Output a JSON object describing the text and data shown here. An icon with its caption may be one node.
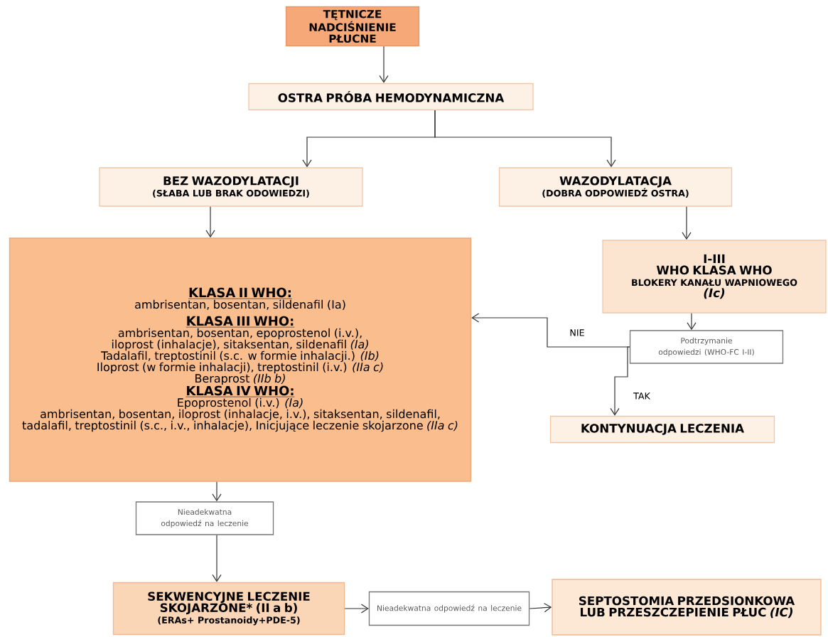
{
  "diagram": {
    "nodes": [
      {
        "text": [
          "TĘTNICZE NADCIŚNIENIE PŁUCNE"
        ]
      },
      {
        "text": [
          "OSTRA PRÓBA HEMODYNAMICZNA"
        ]
      },
      {
        "text": [
          "BEZ WAZODYLATACJI",
          "(SŁABA LUB BRAK ODOWIEDZI)"
        ]
      },
      {
        "text": [
          "WAZODYLATACJA",
          "(DOBRA ODPOWIEDŹ OSTRA)"
        ]
      },
      {
        "text": [
          "KLASA II WHO:",
          "ambrisentan, bosentan, sildenafil (Ia)",
          "KLASA III WHO:",
          "ambrisentan, bosentan, epoprostenol (i.v.), iloprost (inhalacje), sitaksentan, sildenafil *(Ia)*",
          "Tadalafil, treptostinil (s.c. w formie inhalacji.) *(Ib)*",
          "Iloprost (w formie inhalacji), treptostinil (i.v.) *(IIa c)*",
          "Beraprost *(IIb b)*",
          "KLASA IV WHO:",
          "Epoprostenol (i.v.) *(Ia)*",
          "ambrisentan, bosentan, iloprost (inhalacje, i.v.), sitaksentan, sildenafil, tadalafil, treptostinil (s.c., i.v., inhalacje), Inicjujące leczenie skojarzone *(IIa c)*"
        ]
      },
      {
        "text": [
          "I-III",
          "WHO KLASA WHO",
          "BLOKERY KANAŁU WAPNIOWEGO",
          "(Ic)"
        ]
      },
      {
        "text": [
          "Podtrzymanie odpowiedzi (WHO-FC I-II)"
        ]
      },
      {
        "text": [
          "KONTYNUACJA LECZENIA"
        ]
      },
      {
        "text": [
          "Nieadekwatna odpowiedź na leczenie"
        ]
      },
      {
        "text": [
          "SEKWENCYJNE LECZENIE SKOJARZONE* (II a b)",
          "(ERAs+ Prostanoidy+PDE-5)"
        ]
      },
      {
        "text": [
          "Nieadekwatna odpowiedź na leczenie"
        ]
      },
      {
        "text": [
          "SEPTOSTOMIA PRZEDSIONKOWA LUB PRZESZCZEPIENIE PŁUC *(IC)*"
        ]
      }
    ],
    "edges": [
      {
        "from": 0,
        "to": 1,
        "arrow": "to"
      },
      {
        "from": 1,
        "to": 2,
        "arrow": "to"
      },
      {
        "from": 1,
        "to": 3,
        "arrow": "to"
      },
      {
        "from": 2,
        "to": 4,
        "arrow": "to"
      },
      {
        "from": 3,
        "to": 5,
        "arrow": "to"
      },
      {
        "from": 5,
        "to": 6,
        "arrow": "to"
      },
      {
        "from": 6,
        "to": 4,
        "arrow": "to",
        "label": "NIE"
      },
      {
        "from": 6,
        "to": 7,
        "arrow": "to",
        "label": "TAK"
      },
      {
        "from": 4,
        "to": 8,
        "arrow": "to"
      },
      {
        "from": 8,
        "to": 9,
        "arrow": "to"
      },
      {
        "from": 9,
        "to": 10,
        "arrow": "to"
      },
      {
        "from": 10,
        "to": 11,
        "arrow": "to"
      }
    ]
  }
}
